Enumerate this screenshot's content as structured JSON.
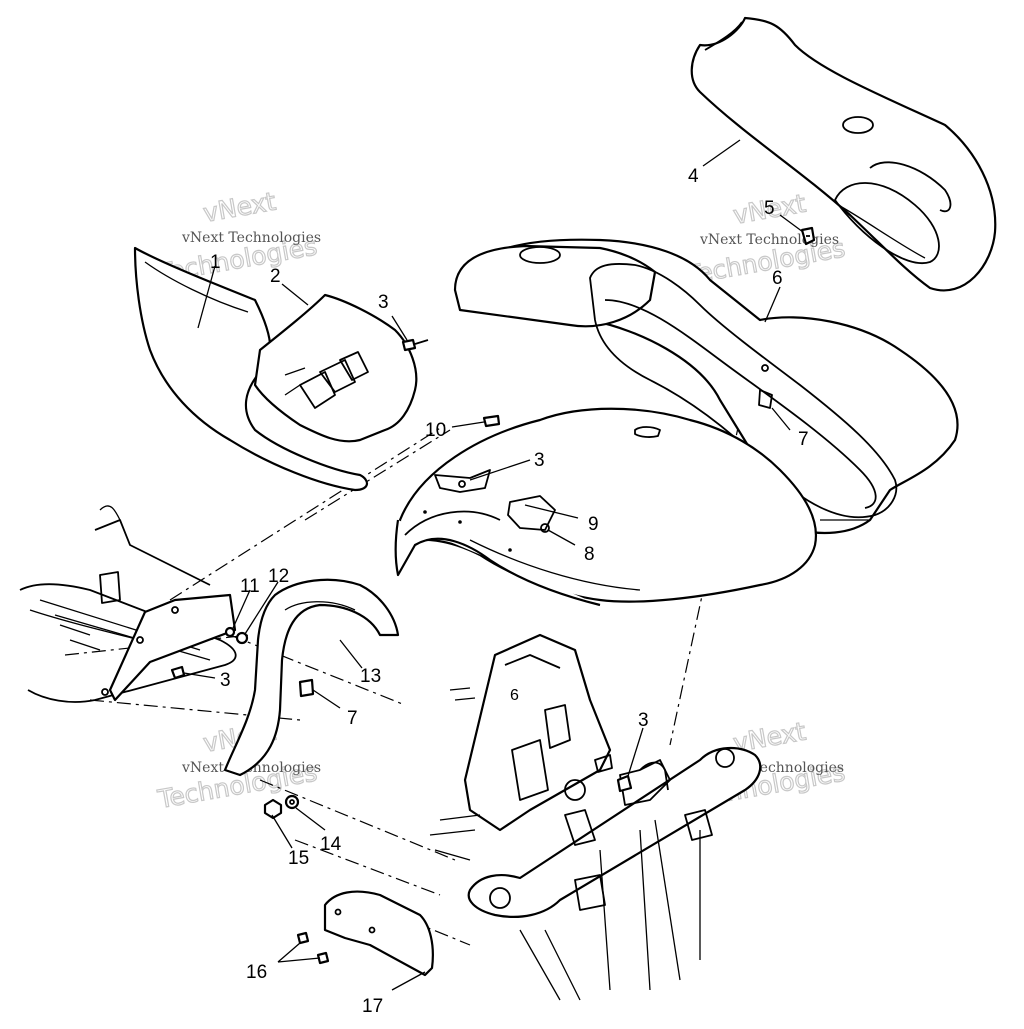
{
  "watermark": {
    "line1": "vNext",
    "line2": "Technologies",
    "caption": "vNext Technologies"
  },
  "callouts": [
    {
      "id": "c1",
      "label": "1"
    },
    {
      "id": "c2",
      "label": "2"
    },
    {
      "id": "c3a",
      "label": "3"
    },
    {
      "id": "c4",
      "label": "4"
    },
    {
      "id": "c5",
      "label": "5"
    },
    {
      "id": "c6",
      "label": "6"
    },
    {
      "id": "c7a",
      "label": "7"
    },
    {
      "id": "c10",
      "label": "10"
    },
    {
      "id": "c3b",
      "label": "3"
    },
    {
      "id": "c9",
      "label": "9"
    },
    {
      "id": "c8",
      "label": "8"
    },
    {
      "id": "c11",
      "label": "11"
    },
    {
      "id": "c12",
      "label": "12"
    },
    {
      "id": "c3c",
      "label": "3"
    },
    {
      "id": "c13",
      "label": "13"
    },
    {
      "id": "c7b",
      "label": "7"
    },
    {
      "id": "c3d",
      "label": "3"
    },
    {
      "id": "c14",
      "label": "14"
    },
    {
      "id": "c15",
      "label": "15"
    },
    {
      "id": "c16",
      "label": "16"
    },
    {
      "id": "c17",
      "label": "17"
    }
  ]
}
